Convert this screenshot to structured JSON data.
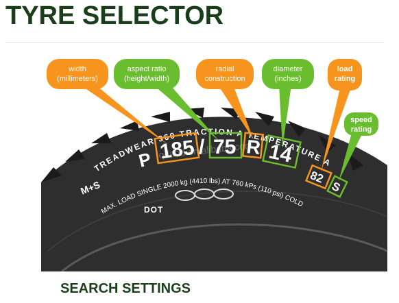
{
  "page_title": "TYRE SELECTOR",
  "section_heading": "SEARCH SETTINGS",
  "watermark": "qdaod.en.alibaba.com",
  "tyre": {
    "upper_arc_text": "TREADWEAR 360   TRACTION A   TEMPERATURE A",
    "prefix": "P",
    "width": "185",
    "separator": "/",
    "aspect_ratio": "75",
    "construction": "R",
    "diameter": "14",
    "load_rating": "82",
    "speed_rating": "S",
    "ms_label": "M+S",
    "max_load_text": "MAX. LOAD SINGLE  2000 kg (4410 lbs)  AT 760 kPs (110 psi) COLD",
    "dot_label": "DOT"
  },
  "callouts": [
    {
      "id": "width",
      "line1": "width",
      "line2": "(millimeters)",
      "color": "#f7941d"
    },
    {
      "id": "aspect-ratio",
      "line1": "aspect ratio",
      "line2": "(height/width)",
      "color": "#6abd2e"
    },
    {
      "id": "radial",
      "line1": "radial",
      "line2": "construction",
      "color": "#f7941d"
    },
    {
      "id": "diameter",
      "line1": "diameter",
      "line2": "(inches)",
      "color": "#6abd2e"
    },
    {
      "id": "load",
      "line1": "load",
      "line2": "rating",
      "color": "#f7941d"
    },
    {
      "id": "speed",
      "line1": "speed",
      "line2": "rating",
      "color": "#6abd2e"
    }
  ],
  "colors": {
    "title": "#1a3d1a",
    "orange": "#f7941d",
    "green": "#6abd2e",
    "tyre": "#2e2e2e"
  }
}
